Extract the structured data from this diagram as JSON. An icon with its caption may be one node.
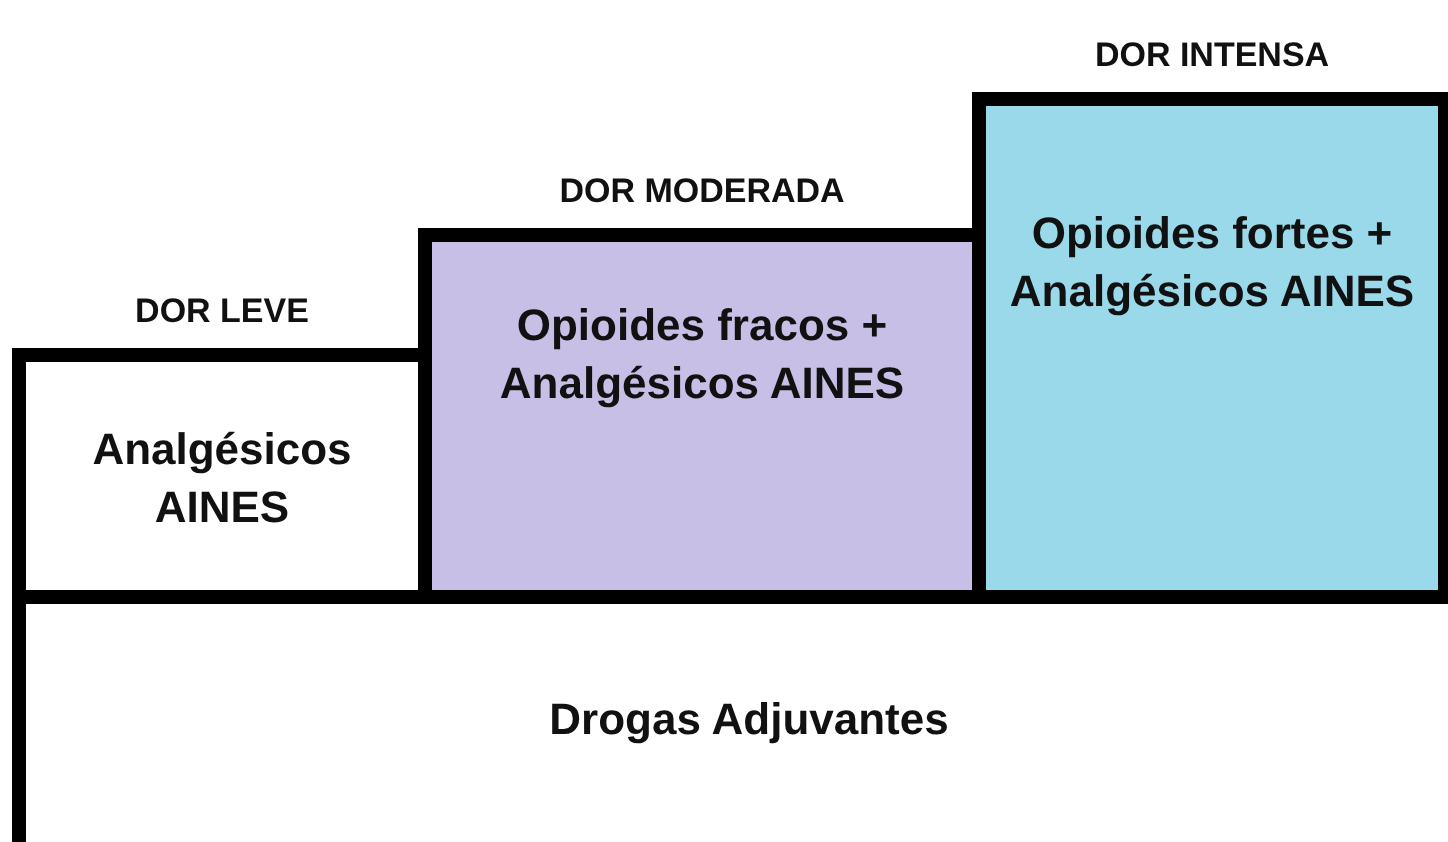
{
  "diagram": {
    "nodes": [
      {
        "text": [
          "DOR LEVE",
          "Analgésicos AINES"
        ]
      },
      {
        "text": [
          "DOR MODERADA",
          "Opioides fracos + Analgésicos AINES"
        ]
      },
      {
        "text": [
          "DOR INTENSA",
          "Opioides fortes + Analgésicos AINES"
        ]
      },
      {
        "text": [
          "Drogas Adjuvantes"
        ]
      }
    ]
  }
}
